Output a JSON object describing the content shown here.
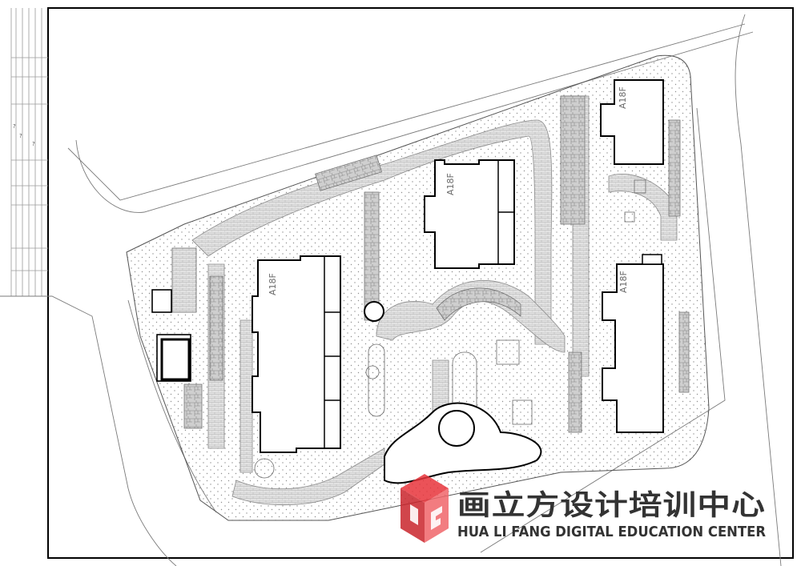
{
  "buildings": [
    {
      "name": "building-east-top",
      "label": "A18F"
    },
    {
      "name": "building-center",
      "label": "A18F"
    },
    {
      "name": "building-east-bottom",
      "label": "A18F"
    },
    {
      "name": "building-west",
      "label": "A18F"
    }
  ],
  "title_block": {
    "row_marks": [
      "?",
      "?",
      "?"
    ]
  },
  "watermark": {
    "text_cn": "画立方设计培训中心",
    "text_en": "HUA LI FANG DIGITAL EDUCATION CENTER",
    "logo_color": "#e8343b"
  },
  "colors": {
    "line": "#000000",
    "thin_line": "#8a8a8a",
    "paving": "#dcdcdc",
    "lawn_dots": "#9a9a9a"
  }
}
